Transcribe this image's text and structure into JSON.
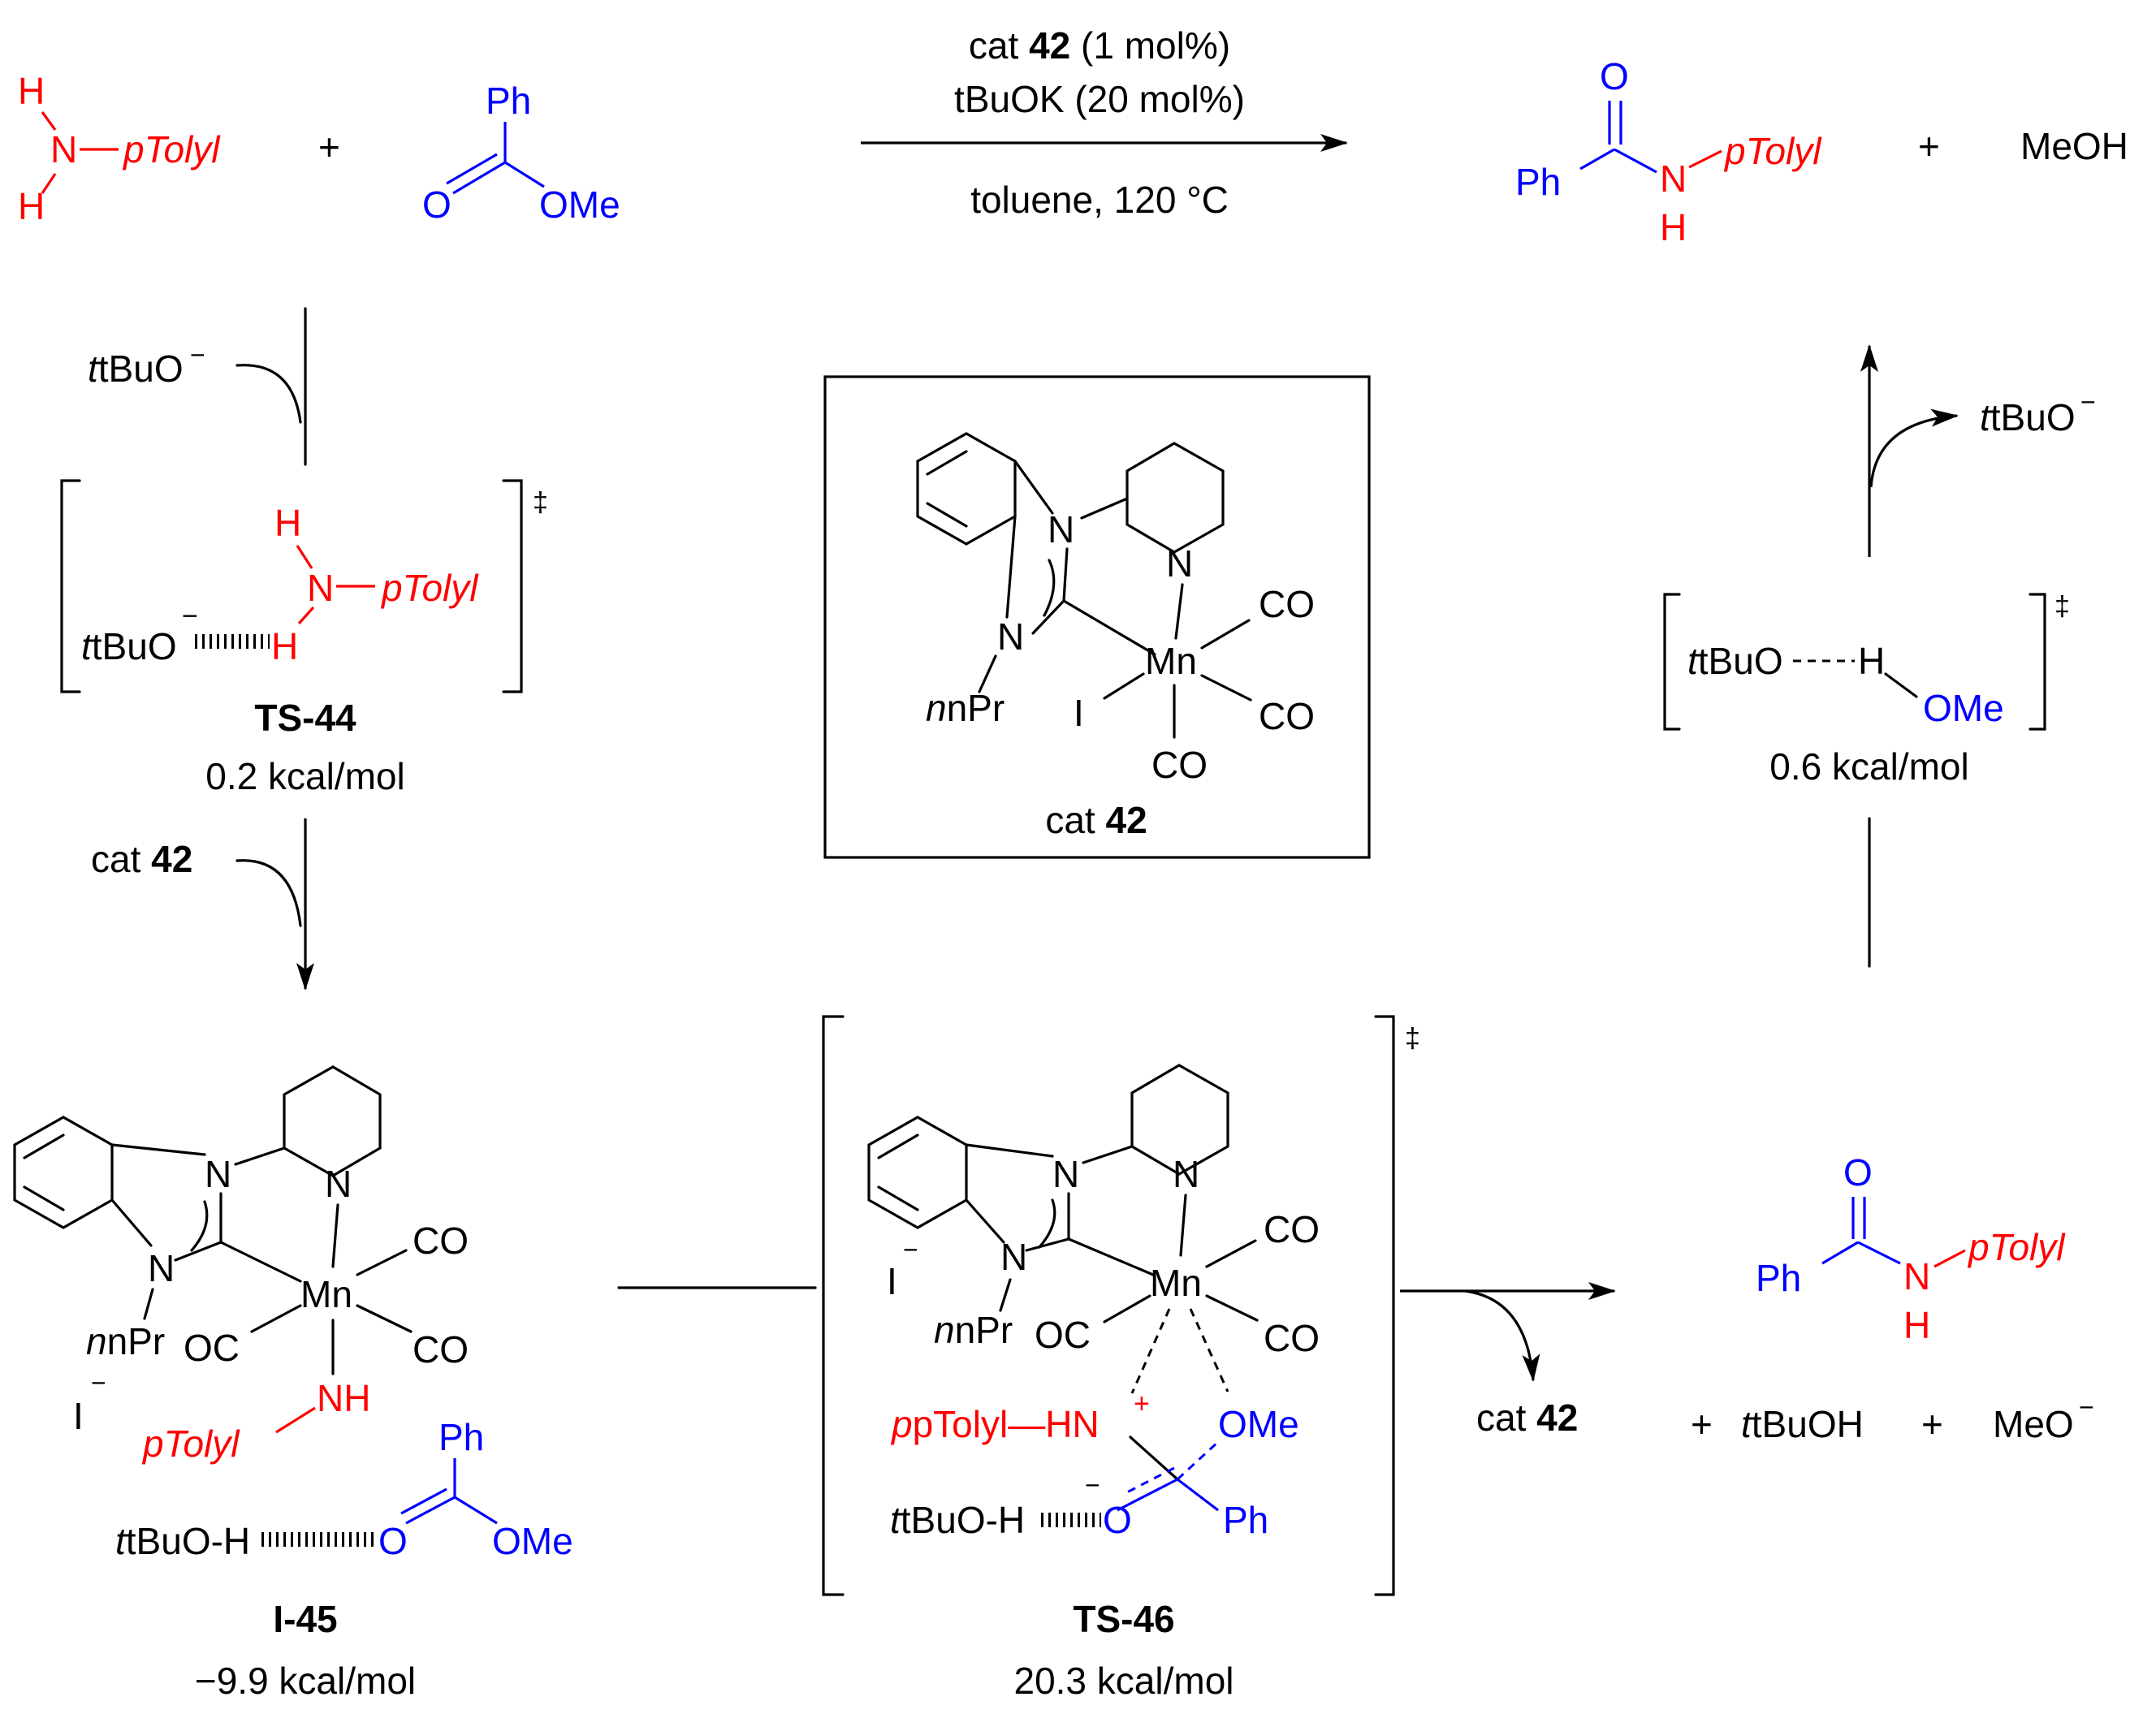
{
  "reaction": {
    "amine_h_top": "H",
    "amine_n": "N",
    "amine_ptolyl": "pTolyl",
    "amine_h_bottom": "H",
    "plus": "+",
    "ester_ph": "Ph",
    "ester_o": "O",
    "ester_ome": "OMe",
    "conditions_line1_pre": "cat ",
    "conditions_line1_bold": "42",
    "conditions_line1_post": " (1 mol%)",
    "conditions_line2": "tBuOK (20 mol%)",
    "conditions_line3": "toluene,  120 °C",
    "product_o": "O",
    "product_ph": "Ph",
    "product_n": "N",
    "product_h": "H",
    "product_ptolyl": "pTolyl",
    "product_plus": "+",
    "product_meoh": "MeOH"
  },
  "step1": {
    "reagent": "tBuO",
    "reagent_charge": "−"
  },
  "ts44": {
    "h_top": "H",
    "n": "N",
    "ptolyl": "pTolyl",
    "tbuo": "tBuO",
    "charge": "−",
    "h_bottom": "H",
    "dagger": "‡",
    "label": "TS-44",
    "energy": "0.2 kcal/mol"
  },
  "step2": {
    "reagent_pre": "cat ",
    "reagent_bold": "42"
  },
  "cat42_box": {
    "n1": "N",
    "n2": "N",
    "n_py": "N",
    "npr": "nPr",
    "mn": "Mn",
    "co1": "CO",
    "co2": "CO",
    "co3": "CO",
    "iodide": "I",
    "caption_pre": "cat ",
    "caption_bold": "42"
  },
  "i45": {
    "n1": "N",
    "n2": "N",
    "n_py": "N",
    "npr": "nPr",
    "mn": "Mn",
    "co1": "CO",
    "co2": "CO",
    "oc": "OC",
    "iodide": "I",
    "iodide_charge": "−",
    "nh": "NH",
    "ptolyl": "pTolyl",
    "ph": "Ph",
    "tbuoh": "tBuO-H",
    "o": "O",
    "ome": "OMe",
    "label": "I-45",
    "energy": "−9.9 kcal/mol"
  },
  "ts46": {
    "n1": "N",
    "n2": "N",
    "n_py": "N",
    "npr": "nPr",
    "mn": "Mn",
    "co1": "CO",
    "co2": "CO",
    "oc": "OC",
    "iodide": "I",
    "iodide_charge": "−",
    "ptolyl_hn": "pTolyl—HN",
    "plus": "+",
    "ome": "OMe",
    "o_charge": "−",
    "tbuoh": "tBuO-H",
    "o": "O",
    "ph": "Ph",
    "dagger": "‡",
    "label": "TS-46",
    "energy": "20.3 kcal/mol"
  },
  "step3": {
    "released_pre": "cat ",
    "released_bold": "42"
  },
  "products_lower": {
    "o": "O",
    "ph": "Ph",
    "n": "N",
    "h": "H",
    "ptolyl": "pTolyl",
    "plus1": "+",
    "tbuoh": "tBuOH",
    "plus2": "+",
    "meo": "MeO",
    "meo_charge": "−"
  },
  "ts_right": {
    "tbuo": "tBuO",
    "h": "H",
    "ome": "OMe",
    "dagger": "‡",
    "energy": "0.6 kcal/mol"
  },
  "step4": {
    "released": "tBuO",
    "released_charge": "−"
  }
}
